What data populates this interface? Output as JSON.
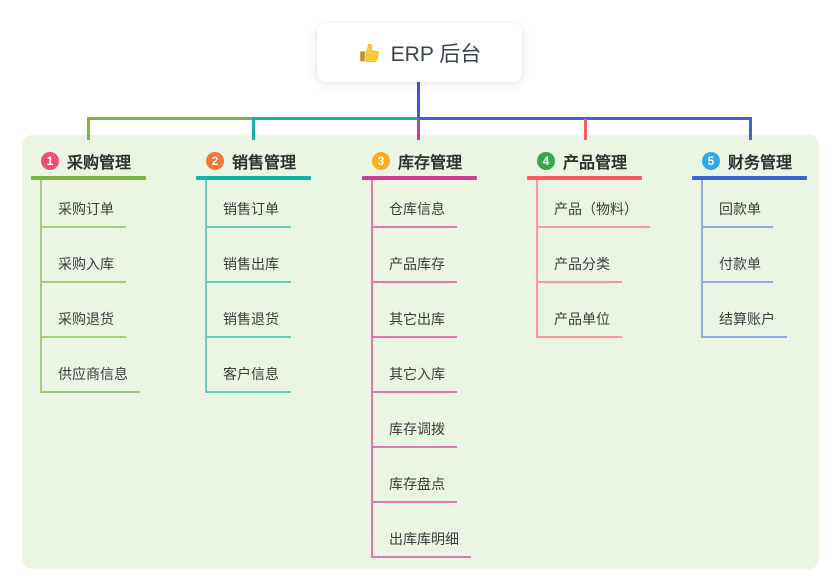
{
  "root": {
    "label": "ERP 后台",
    "icon": "thumbs-up-icon",
    "connector_color": "#4456CE"
  },
  "panel": {
    "background_color": "#EAF6E3"
  },
  "branches": [
    {
      "num": "1",
      "label": "采购管理",
      "badge_color": "#F0506E",
      "line_color": "#7CB43F",
      "child_line_color": "#A3CE7C",
      "children": [
        "采购订单",
        "采购入库",
        "采购退货",
        "供应商信息"
      ]
    },
    {
      "num": "2",
      "label": "销售管理",
      "badge_color": "#F2753B",
      "line_color": "#14B3A9",
      "child_line_color": "#6FC9C1",
      "children": [
        "销售订单",
        "销售出库",
        "销售退货",
        "客户信息"
      ]
    },
    {
      "num": "3",
      "label": "库存管理",
      "badge_color": "#FFAC1C",
      "line_color": "#D13B92",
      "child_line_color": "#E275B2",
      "children": [
        "仓库信息",
        "产品库存",
        "其它出库",
        "其它入库",
        "库存调拨",
        "库存盘点",
        "出库库明细"
      ]
    },
    {
      "num": "4",
      "label": "产品管理",
      "badge_color": "#33A94A",
      "line_color": "#F75C64",
      "child_line_color": "#F9999C",
      "children": [
        "产品（物料）",
        "产品分类",
        "产品单位"
      ]
    },
    {
      "num": "5",
      "label": "财务管理",
      "badge_color": "#2FA7E9",
      "line_color": "#3E63D2",
      "child_line_color": "#93A9E2",
      "children": [
        "回款单",
        "付款单",
        "结算账户"
      ]
    }
  ]
}
